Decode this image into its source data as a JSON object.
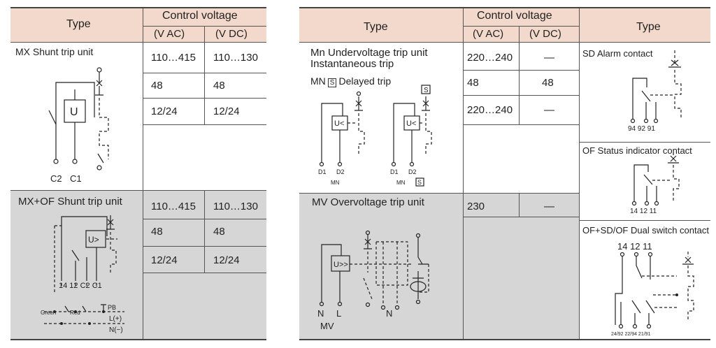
{
  "left": {
    "header": {
      "type": "Type",
      "control_voltage": "Control voltage",
      "vac": "(V AC)",
      "vdc": "(V DC)"
    },
    "mx": {
      "title": "MX Shunt trip unit",
      "rows": [
        {
          "vac": "110…415",
          "vdc": "110…130"
        },
        {
          "vac": "48",
          "vdc": "48"
        },
        {
          "vac": "12/24",
          "vdc": "12/24"
        }
      ],
      "diagram": {
        "coil": "U",
        "t1": "C2",
        "t2": "C1"
      }
    },
    "mxof": {
      "title": "MX+OF Shunt trip unit",
      "rows": [
        {
          "vac": "110…415",
          "vdc": "110…130"
        },
        {
          "vac": "48",
          "vdc": "48"
        },
        {
          "vac": "12/24",
          "vdc": "12/24"
        }
      ],
      "diagram": {
        "coil": "U>",
        "terms": "14 12 C2 C1",
        "green": "Green",
        "red": "Red",
        "pb": "PB",
        "lplus": "L(+)",
        "nminus": "N(−)"
      }
    }
  },
  "middle": {
    "header": {
      "type": "Type",
      "control_voltage": "Control voltage",
      "vac": "(V AC)",
      "vdc": "(V DC)"
    },
    "mn": {
      "title1": "Mn Undervoltage trip unit",
      "title2": "Instantaneous trip",
      "title3_prefix": "MN",
      "title3_box": "S",
      "title3_suffix": "Delayed trip",
      "rows": [
        {
          "vac": "220…240",
          "vdc": "—"
        },
        {
          "vac": "48",
          "vdc": "48"
        },
        {
          "vac": "220…240",
          "vdc": "—"
        }
      ],
      "diagram": {
        "coil": "U<",
        "d1": "D1",
        "d2": "D2",
        "mn": "MN",
        "s": "S"
      }
    },
    "mv": {
      "title": "MV Overvoltage trip unit",
      "rows": [
        {
          "vac": "230",
          "vdc": "—"
        }
      ],
      "diagram": {
        "coil": "U>>",
        "n": "N",
        "l": "L",
        "n2": "N",
        "label": "MV"
      }
    }
  },
  "right": {
    "header": {
      "type": "Type"
    },
    "sd": {
      "title": "SD Alarm contact",
      "terms": "94 92 91"
    },
    "of": {
      "title": "OF Status indicator contact",
      "terms": "14 12 11"
    },
    "dual": {
      "title": "OF+SD/OF Dual switch contact",
      "top_terms": "14 12 11",
      "bottom_terms": "24/92 22/94 21/91"
    }
  }
}
